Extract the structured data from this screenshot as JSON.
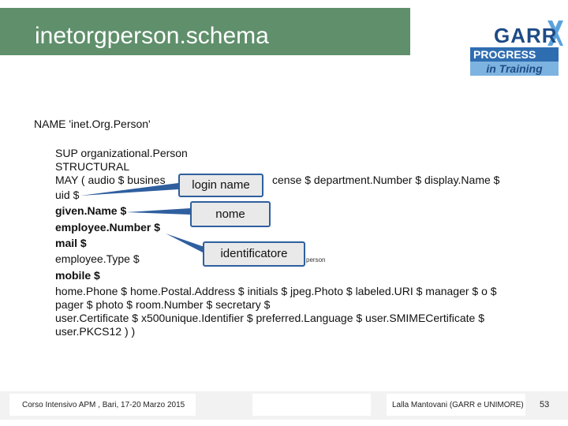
{
  "slide": {
    "title": "inetorgperson.schema",
    "name_line": "NAME 'inet.Org.Person'",
    "lines": {
      "sup": "SUP organizational.Person",
      "structural": "STRUCTURAL",
      "may_start": "MAY ( audio $ busines",
      "may_end": "cense $ department.Number $ display.Name $",
      "uid": "uid $",
      "given_name": "given.Name $",
      "employee_number": "employee.Number $",
      "mail": "mail $",
      "employee_type": "employee.Type $",
      "mobile": "mobile $",
      "home_phone": "home.Phone $ home.Postal.Address $ initials $ jpeg.Photo $ labeled.URI $ manager $ o $",
      "pager": "pager $ photo $ room.Number $ secretary $",
      "user_cert": "user.Certificate $ x500unique.Identifier $ preferred.Language $ user.SMIMECertificate $",
      "user_pkcs": "user.PKCS12 ) )"
    },
    "hidden_fragment": "person",
    "callouts": {
      "login": "login name",
      "nome": "nome",
      "identificatore": "identificatore"
    }
  },
  "logo": {
    "brand": "GARR",
    "line1": "PROGRESS",
    "line2": "in Training"
  },
  "footer": {
    "left": "Corso Intensivo APM , Bari, 17-20 Marzo 2015",
    "right": "Lalla Mantovani (GARR e UNIMORE)",
    "page": "53"
  },
  "colors": {
    "title_bar": "#5f8f6b",
    "callout_border": "#2f5f9e",
    "logo_blue": "#1e4b86"
  }
}
